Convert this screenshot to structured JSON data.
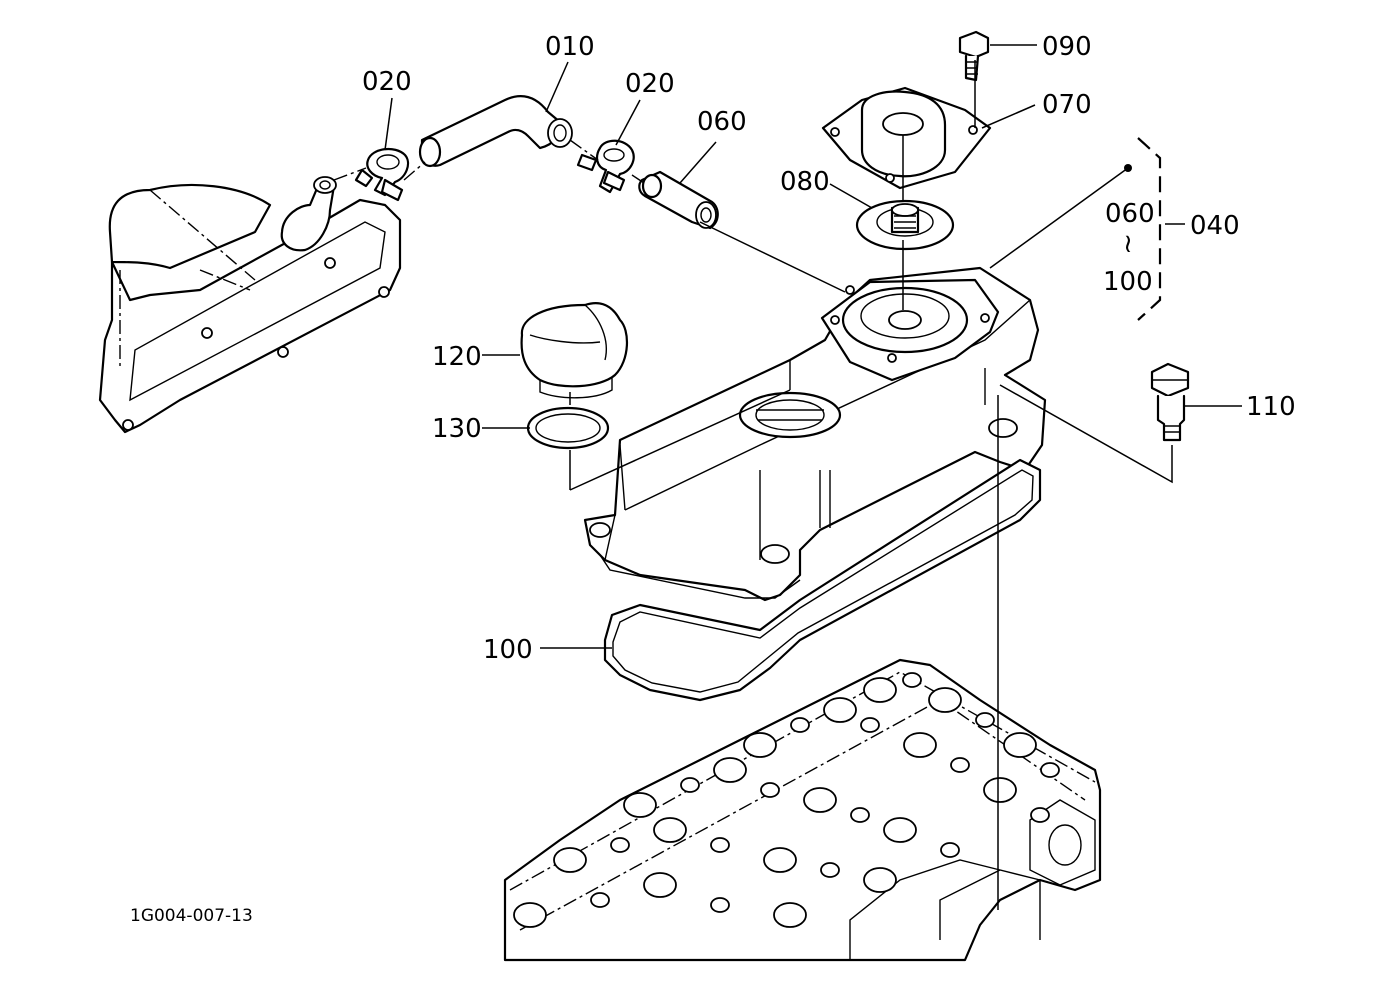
{
  "diagram": {
    "code": "1G004-007-13",
    "callouts": {
      "p010": "010",
      "p020_left": "020",
      "p020_right": "020",
      "p060": "060",
      "p090": "090",
      "p070": "070",
      "p080": "080",
      "p040": "040",
      "range_from": "060",
      "range_sep": "~",
      "range_to": "100",
      "p110": "110",
      "p120": "120",
      "p130": "130",
      "p100": "100"
    }
  }
}
